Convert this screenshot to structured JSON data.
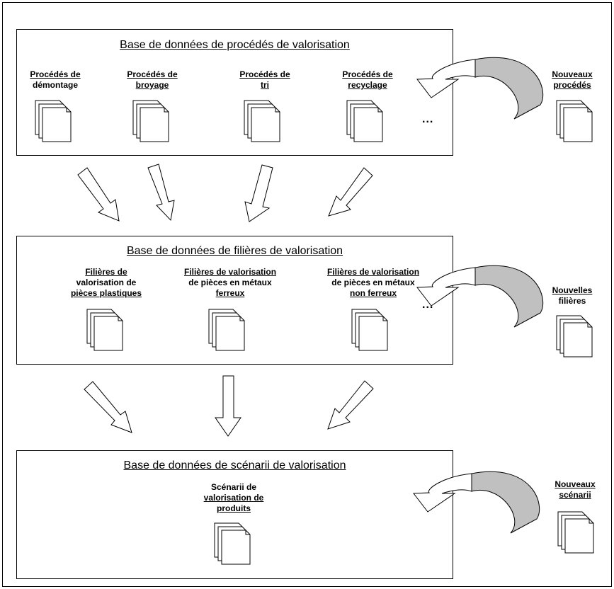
{
  "databases": {
    "procedes": {
      "title": "Base de données de procédés de valorisation",
      "items": [
        {
          "line1": "Procédés de",
          "line2": "démontage"
        },
        {
          "line1": "Procédés de",
          "line2": "broyage"
        },
        {
          "line1": "Procédés de",
          "line2": "tri"
        },
        {
          "line1": "Procédés de",
          "line2": "recyclage"
        }
      ],
      "ellipsis": "..."
    },
    "filieres": {
      "title": "Base de données de filières de valorisation",
      "items": [
        {
          "line1": "Filières de",
          "line2": "valorisation de",
          "line3": "pièces plastiques"
        },
        {
          "line1": "Filières de valorisation",
          "line2": "de pièces en métaux",
          "line3": "ferreux"
        },
        {
          "line1": "Filières de valorisation",
          "line2": "de pièces en métaux",
          "line3": "non ferreux"
        }
      ],
      "ellipsis": "..."
    },
    "scenarii": {
      "title": "Base de données de scénarii de valorisation",
      "items": [
        {
          "line1": "Scénarii de",
          "line2": "valorisation de",
          "line3": "produits"
        }
      ]
    }
  },
  "new_items": {
    "procedes": {
      "line1": "Nouveaux",
      "line2": "procédés"
    },
    "filieres": {
      "line1": "Nouvelles",
      "line2": "filières"
    },
    "scenarii": {
      "line1": "Nouveaux",
      "line2": "scénarii"
    }
  },
  "colors": {
    "line": "#000000",
    "arrow_shade": "#c0c0c0",
    "background": "#ffffff"
  },
  "icons": {
    "document": "document-stack-icon",
    "curved_arrow": "curved-arrow-icon",
    "flow_arrow": "block-arrow-icon"
  }
}
